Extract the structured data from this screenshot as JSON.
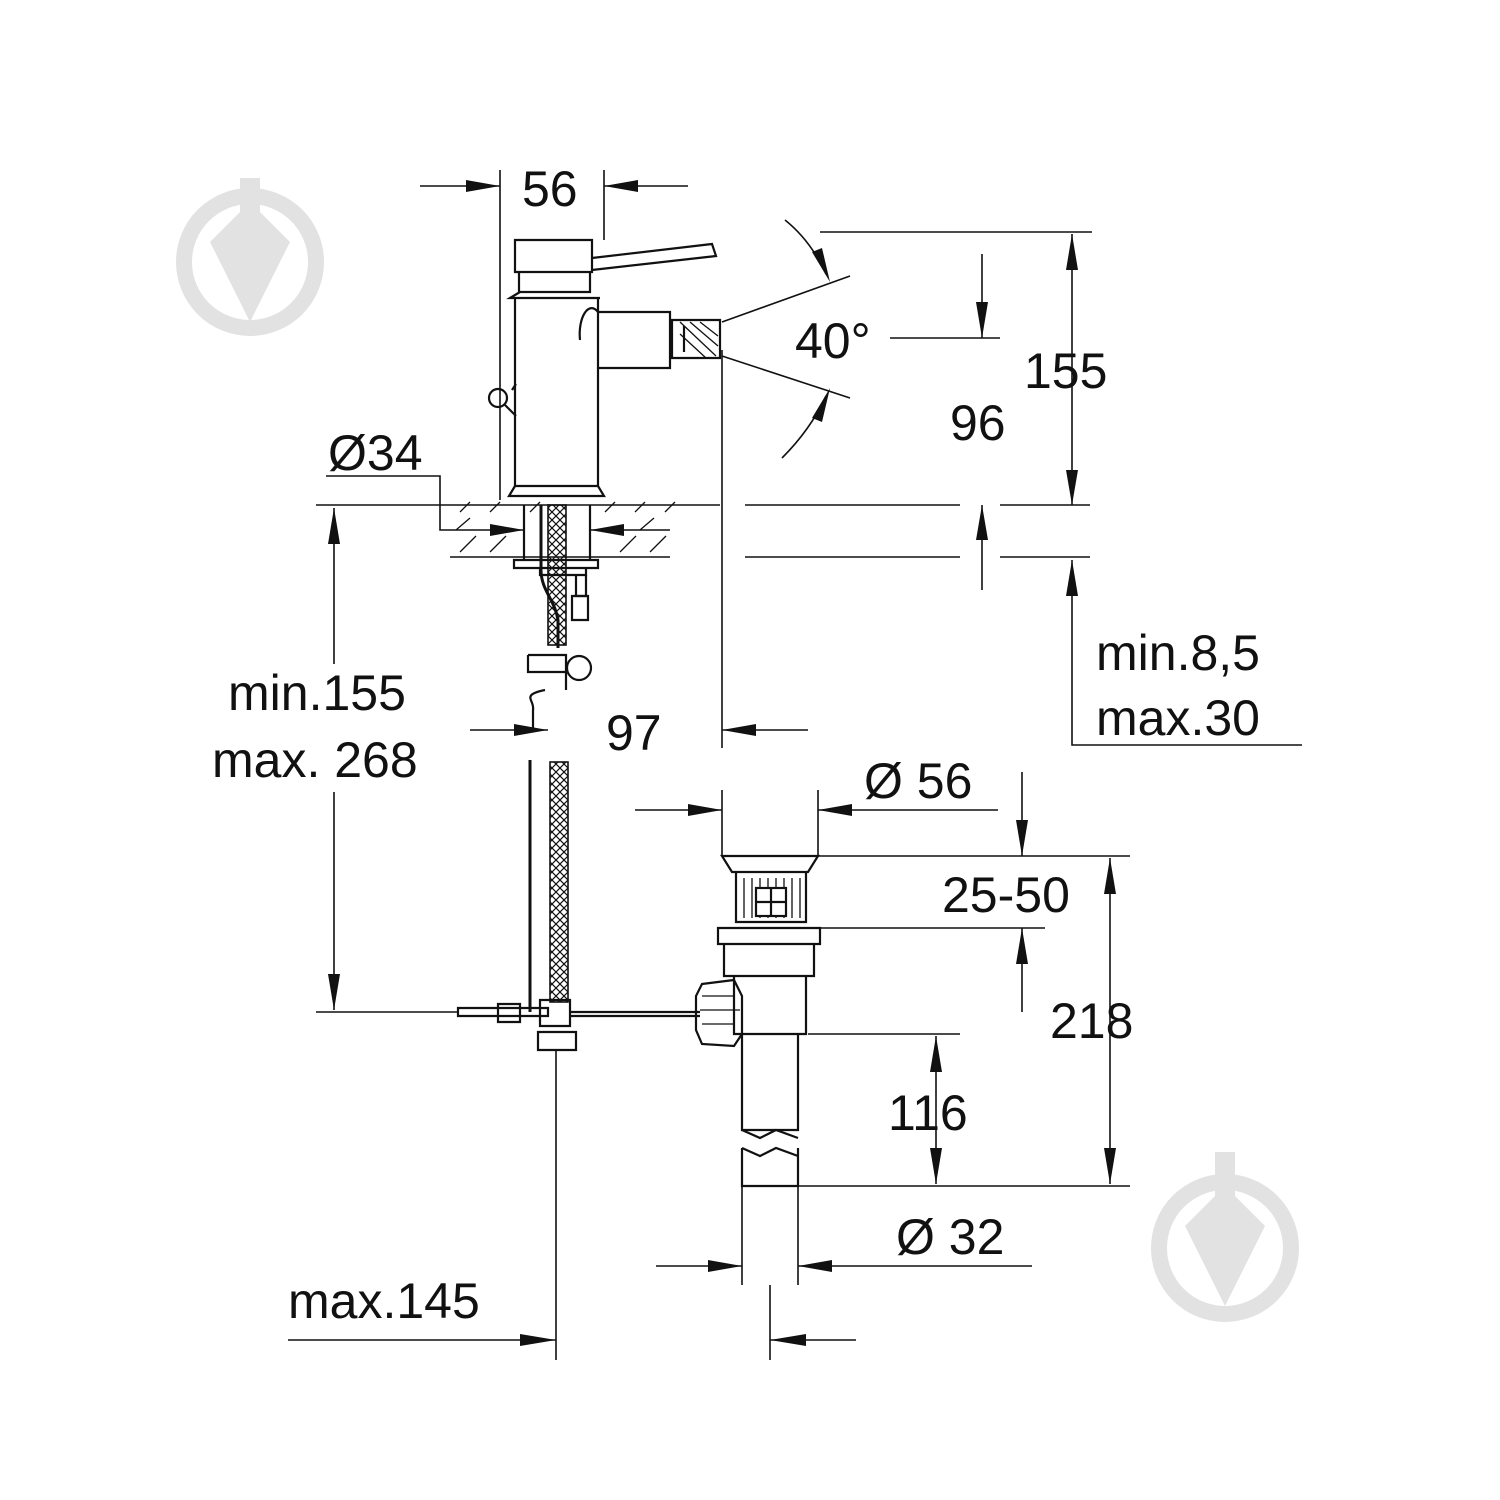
{
  "watermark": {
    "icon": "drop-logo-icon",
    "color": "#e2e2e2"
  },
  "dimensions": {
    "top_width": "56",
    "spray_angle": "40°",
    "body_height": "155",
    "spout_height": "96",
    "base_diameter": "Ø34",
    "deck_min": "min.8,5",
    "deck_max": "max.30",
    "hose_min": "min.155",
    "hose_max": "max. 268",
    "spout_reach": "97",
    "waste_diameter": "Ø 56",
    "waste_adjust": "25-50",
    "waste_height": "218",
    "tail_length": "116",
    "tail_diameter": "Ø 32",
    "max_offset": "max.145"
  }
}
